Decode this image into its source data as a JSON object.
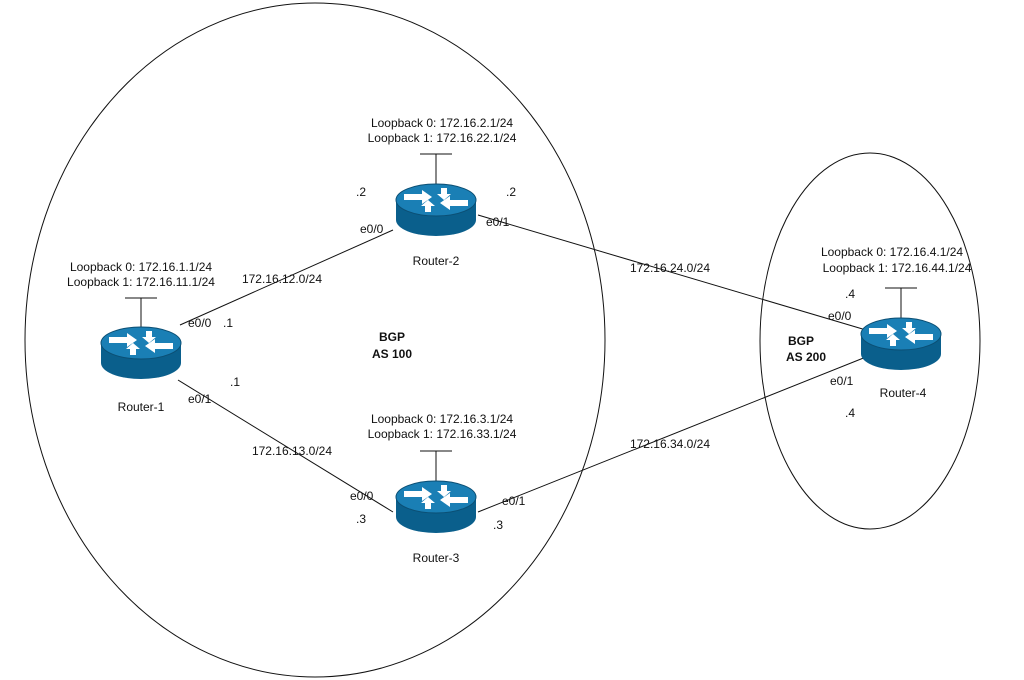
{
  "colors": {
    "router_side": "#0a5f8c",
    "router_top": "#1a7fb5",
    "router_rim": "#0b4f74",
    "arrow": "#ffffff",
    "line": "#111111"
  },
  "icons": {
    "router": "router-icon"
  },
  "as_groups": {
    "as100": {
      "title": "BGP",
      "asn": "AS 100"
    },
    "as200": {
      "title": "BGP",
      "asn": "AS 200"
    }
  },
  "routers": {
    "r1": {
      "name": "Router-1",
      "loopbacks": [
        "Loopback 0: 172.16.1.1/24",
        "Loopback 1: 172.16.11.1/24"
      ]
    },
    "r2": {
      "name": "Router-2",
      "loopbacks": [
        "Loopback 0: 172.16.2.1/24",
        "Loopback 1: 172.16.22.1/24"
      ]
    },
    "r3": {
      "name": "Router-3",
      "loopbacks": [
        "Loopback 0: 172.16.3.1/24",
        "Loopback 1: 172.16.33.1/24"
      ]
    },
    "r4": {
      "name": "Router-4",
      "loopbacks": [
        "Loopback 0: 172.16.4.1/24",
        "Loopback 1: 172.16.44.1/24"
      ]
    }
  },
  "links": {
    "r1_r2": {
      "subnet": "172.16.12.0/24",
      "a_if": "e0/0",
      "a_host": ".1",
      "b_if": "e0/0",
      "b_host": ".2"
    },
    "r1_r3": {
      "subnet": "172.16.13.0/24",
      "a_if": "e0/1",
      "a_host": ".1",
      "b_if": "e0/0",
      "b_host": ".3"
    },
    "r2_r4": {
      "subnet": "172.16.24.0/24",
      "a_if": "e0/1",
      "a_host": ".2",
      "b_if": "e0/0",
      "b_host": ".4"
    },
    "r3_r4": {
      "subnet": "172.16.34.0/24",
      "a_if": "e0/1",
      "a_host": ".3",
      "b_if": "e0/1",
      "b_host": ".4"
    }
  }
}
